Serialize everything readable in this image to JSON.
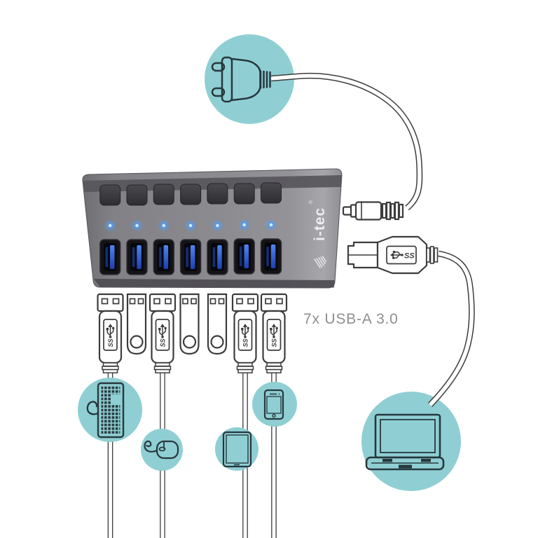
{
  "page": {
    "background": "#FFFFFF",
    "description": "Connection diagram of a 7-port USB 3.0 charging hub with power adapter, laptop uplink and peripheral devices"
  },
  "hub": {
    "logo_text": "i-tec",
    "registered_mark": "®",
    "buttons_count": 7,
    "leds_count": 7,
    "ports_count": 7
  },
  "annotation": {
    "ports_label": "7x USB-A 3.0"
  },
  "connector_labels": {
    "superspeed": "SS"
  },
  "connections": {
    "power_input": "wall-plug",
    "uplink": "laptop",
    "ports": [
      {
        "port": 1,
        "connector": "usb-a-cable",
        "device": "keyboard"
      },
      {
        "port": 2,
        "connector": "usb-flash-drive",
        "device": "flash-drive"
      },
      {
        "port": 3,
        "connector": "usb-a-cable",
        "device": "mouse"
      },
      {
        "port": 4,
        "connector": "usb-flash-drive",
        "device": "flash-drive"
      },
      {
        "port": 5,
        "connector": "usb-flash-drive",
        "device": "flash-drive"
      },
      {
        "port": 6,
        "connector": "usb-a-cable",
        "device": "tablet"
      },
      {
        "port": 7,
        "connector": "usb-a-cable",
        "device": "smartphone"
      }
    ]
  },
  "colors": {
    "circle_teal": "#8FCFD3",
    "icon_stroke": "#27383E",
    "cable_stroke": "#3C3C3C",
    "hub_body_gray": "#8B8A8F",
    "hub_top_gray": "#57565B",
    "button_dark": "#38373C",
    "port_black": "#141416",
    "port_blue": "#2E6BE6",
    "led_blue": "#4EA0FF",
    "logo_white": "#EDEDEF",
    "label_gray": "#8F8F90"
  }
}
